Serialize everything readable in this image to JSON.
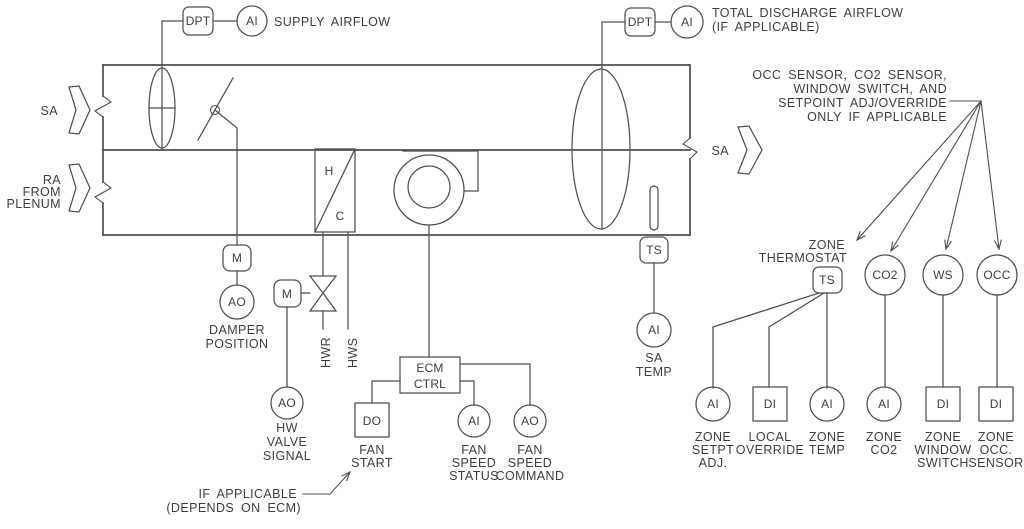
{
  "colors": {
    "background": "#ffffff",
    "line": "#4f4f4f",
    "text": "#3e3e3e"
  },
  "airflow_left": {
    "tag": "DPT",
    "point": "AI",
    "label": "SUPPLY AIRFLOW"
  },
  "airflow_right": {
    "tag": "DPT",
    "point": "AI",
    "label_lines": [
      "TOTAL DISCHARGE AIRFLOW",
      "(IF APPLICABLE)"
    ]
  },
  "duct": {
    "sa_in": "SA",
    "ra_in_lines": [
      "RA",
      "FROM",
      "PLENUM"
    ],
    "sa_out": "SA",
    "coil_hot": "H",
    "coil_cold": "C"
  },
  "damper": {
    "actuator": "M",
    "point": "AO",
    "label_lines": [
      "DAMPER",
      "POSITION"
    ]
  },
  "hw_valve": {
    "actuator": "M",
    "point": "AO",
    "label_lines": [
      "HW",
      "VALVE",
      "SIGNAL"
    ],
    "return_pipe": "HWR",
    "supply_pipe": "HWS"
  },
  "ecm": {
    "controller_lines": [
      "ECM",
      "CTRL"
    ],
    "fan_start": {
      "tag": "DO",
      "label_lines": [
        "FAN",
        "START"
      ]
    },
    "fan_speed_status": {
      "tag": "AI",
      "label_lines": [
        "FAN",
        "SPEED",
        "STATUS"
      ]
    },
    "fan_speed_command": {
      "tag": "AO",
      "label_lines": [
        "FAN",
        "SPEED",
        "COMMAND"
      ]
    }
  },
  "sa_temp": {
    "tag": "TS",
    "point": "AI",
    "label_lines": [
      "SA",
      "TEMP"
    ]
  },
  "note_zone_lines": [
    "OCC SENSOR, CO2 SENSOR,",
    "WINDOW SWITCH, AND",
    "SETPOINT ADJ/OVERRIDE",
    "ONLY IF APPLICABLE"
  ],
  "note_applicable_lines": [
    "IF APPLICABLE",
    "(DEPENDS ON ECM)"
  ],
  "zone": {
    "thermostat_label_lines": [
      "ZONE",
      "THERMOSTAT"
    ],
    "thermostat_tag": "TS",
    "co2_tag": "CO2",
    "window_tag": "WS",
    "occ_tag": "OCC",
    "setpt": {
      "tag": "AI",
      "label_lines": [
        "ZONE",
        "SETPT",
        "ADJ."
      ]
    },
    "override": {
      "tag": "DI",
      "label_lines": [
        "LOCAL",
        "OVERRIDE"
      ]
    },
    "temp": {
      "tag": "AI",
      "label_lines": [
        "ZONE",
        "TEMP"
      ]
    },
    "co2": {
      "tag": "AI",
      "label_lines": [
        "ZONE",
        "CO2"
      ]
    },
    "window": {
      "tag": "DI",
      "label_lines": [
        "ZONE",
        "WINDOW",
        "SWITCH"
      ]
    },
    "occ": {
      "tag": "DI",
      "label_lines": [
        "ZONE",
        "OCC.",
        "SENSOR"
      ]
    }
  }
}
